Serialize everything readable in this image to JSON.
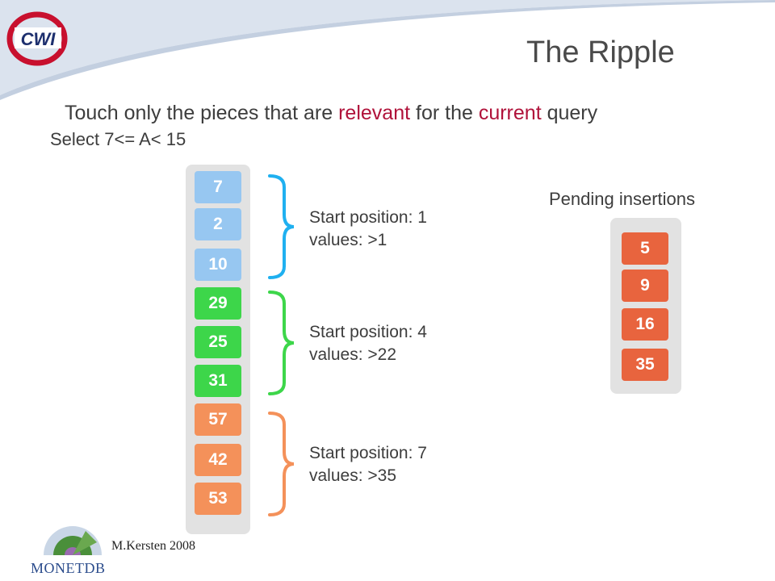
{
  "slide": {
    "title": "The Ripple",
    "subtitle": {
      "part1": "Touch only the pieces that are ",
      "relevant": "relevant",
      "part2": " for the ",
      "current": "current",
      "part3": " query"
    },
    "select": "Select 7<= A< 15",
    "credit": "M.Kersten 2008",
    "logos": {
      "cwi_text": "CWI",
      "monetdb_text": "MONETDB"
    }
  },
  "column": {
    "cells": [
      {
        "value": "7",
        "group": "blue"
      },
      {
        "value": "2",
        "group": "blue"
      },
      {
        "value": "10",
        "group": "blue"
      },
      {
        "value": "29",
        "group": "green"
      },
      {
        "value": "25",
        "group": "green"
      },
      {
        "value": "31",
        "group": "green"
      },
      {
        "value": "57",
        "group": "orange"
      },
      {
        "value": "42",
        "group": "orange"
      },
      {
        "value": "53",
        "group": "orange"
      }
    ]
  },
  "pieces": [
    {
      "line1": "Start position: 1",
      "line2": "values: >1",
      "color": "#1fb0f0"
    },
    {
      "line1": "Start position: 4",
      "line2": "values: >22",
      "color": "#3dd64a"
    },
    {
      "line1": "Start position: 7",
      "line2": "values: >35",
      "color": "#f4915a"
    }
  ],
  "pending": {
    "title": "Pending insertions",
    "cells": [
      "5",
      "9",
      "16",
      "35"
    ]
  },
  "colors": {
    "blue": "#97c7f1",
    "green": "#3dd64a",
    "orange": "#f4915a",
    "red": "#e8643e",
    "highlight": "#b0123a"
  }
}
